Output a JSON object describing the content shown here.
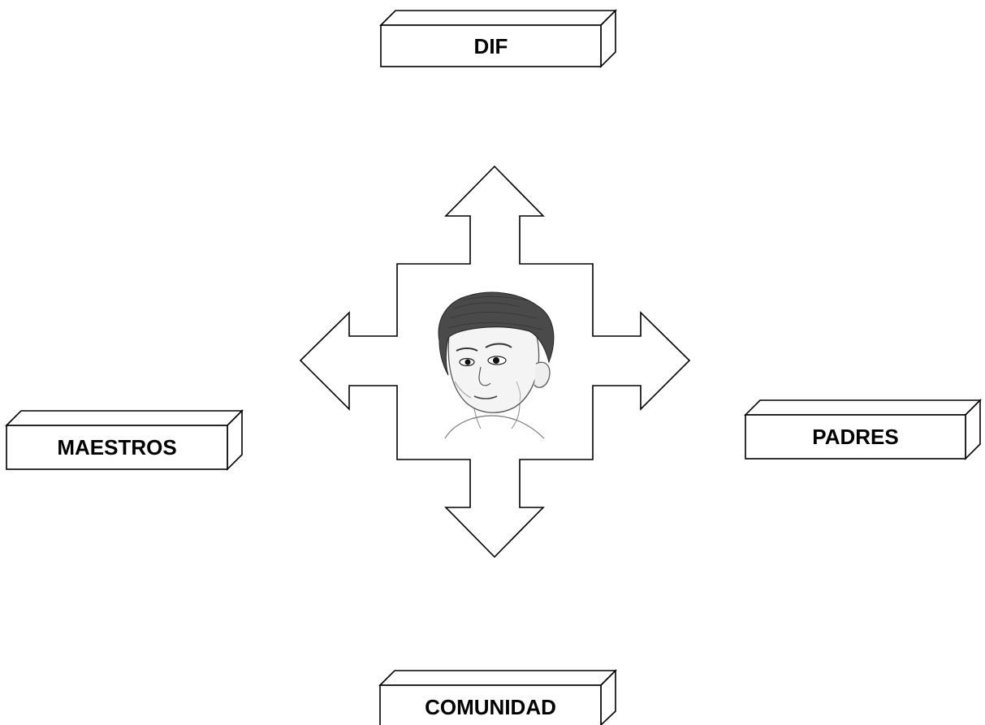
{
  "diagram": {
    "nodes": {
      "top": {
        "label": "DIF"
      },
      "left": {
        "label": "MAESTROS"
      },
      "right": {
        "label": "PADRES"
      },
      "bottom": {
        "label": "COMUNIDAD"
      }
    },
    "center": {
      "image": "child-portrait-sketch"
    },
    "colors": {
      "ink": "#000000",
      "paper": "#ffffff"
    }
  }
}
